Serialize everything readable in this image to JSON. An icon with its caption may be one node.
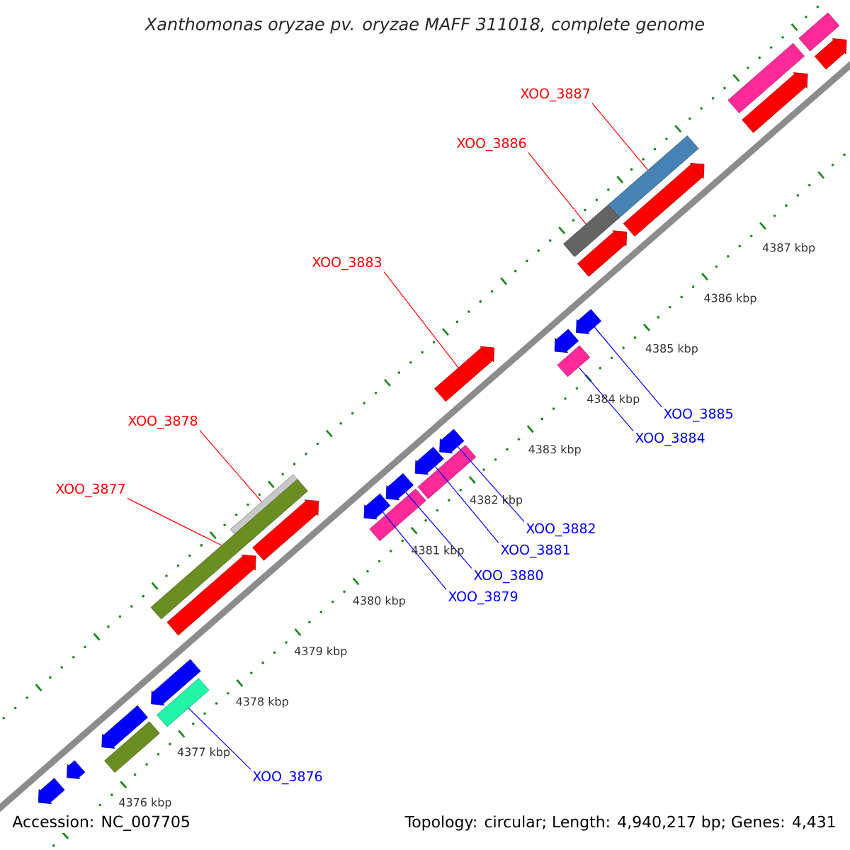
{
  "diagram": {
    "title": "Xanthomonas oryzae pv. oryzae MAFF 311018, complete genome",
    "nodes": [
      {
        "text": [
          "XOO_3887"
        ]
      },
      {
        "text": [
          "XOO_3886"
        ]
      },
      {
        "text": [
          "XOO_3883"
        ]
      },
      {
        "text": [
          "XOO_3885"
        ]
      },
      {
        "text": [
          "XOO_3884"
        ]
      },
      {
        "text": [
          "XOO_3878"
        ]
      },
      {
        "text": [
          "XOO_3882"
        ]
      },
      {
        "text": [
          "XOO_3877"
        ]
      },
      {
        "text": [
          "XOO_3881"
        ]
      },
      {
        "text": [
          "XOO_3880"
        ]
      },
      {
        "text": [
          "XOO_3879"
        ]
      },
      {
        "text": [
          "XOO_3876"
        ]
      },
      {
        "text": [],
        "shape": "pentagon"
      },
      {
        "text": [],
        "shape": "bar"
      },
      {
        "text": [],
        "shape": "bar"
      },
      {
        "text": [],
        "shape": "pentagon"
      },
      {
        "text": [],
        "shape": "bar"
      },
      {
        "text": [],
        "shape": "pentagon"
      },
      {
        "text": [],
        "shape": "bar"
      },
      {
        "text": [],
        "shape": "pentagon"
      },
      {
        "text": [],
        "shape": "pentagon"
      },
      {
        "text": [],
        "shape": "bar"
      },
      {
        "text": [],
        "shape": "pentagon"
      },
      {
        "text": [],
        "shape": "pentagon"
      },
      {
        "text": [],
        "shape": "pentagon"
      },
      {
        "text": [],
        "shape": "bar"
      },
      {
        "text": [],
        "shape": "pentagon"
      },
      {
        "text": [],
        "shape": "pentagon"
      },
      {
        "text": [],
        "shape": "bar"
      },
      {
        "text": [],
        "shape": "pentagon"
      },
      {
        "text": [],
        "shape": "bar"
      },
      {
        "text": [],
        "shape": "bar"
      },
      {
        "text": [],
        "shape": "pentagon"
      },
      {
        "text": [],
        "shape": "pentagon"
      },
      {
        "text": [],
        "shape": "pentagon"
      },
      {
        "text": [],
        "shape": "bar"
      },
      {
        "text": [],
        "shape": "pentagon"
      },
      {
        "text": [],
        "shape": "bar"
      },
      {
        "text": [],
        "shape": "pentagon"
      },
      {
        "text": [],
        "shape": "pentagon"
      }
    ],
    "edges": [
      {
        "from": 0,
        "to": 16,
        "arrow": "none",
        "color": "#ff0000"
      },
      {
        "from": 1,
        "to": 18,
        "arrow": "none",
        "color": "#ff0000"
      },
      {
        "from": 2,
        "to": 23,
        "arrow": "none",
        "color": "#ff0000"
      },
      {
        "from": 3,
        "to": 20,
        "arrow": "none"
      },
      {
        "from": 4,
        "to": 21,
        "arrow": "none"
      },
      {
        "from": 5,
        "to": 30,
        "arrow": "none",
        "color": "#ff0000"
      },
      {
        "from": 6,
        "to": 24,
        "arrow": "none"
      },
      {
        "from": 7,
        "to": 31,
        "arrow": "none",
        "color": "#ff0000"
      },
      {
        "from": 8,
        "to": 26,
        "arrow": "none"
      },
      {
        "from": 9,
        "to": 27,
        "arrow": "none"
      },
      {
        "from": 10,
        "to": 29,
        "arrow": "none"
      },
      {
        "from": 11,
        "to": 35,
        "arrow": "none"
      }
    ],
    "labels": [
      "4387 kbp",
      "4386 kbp",
      "4385 kbp",
      "4384 kbp",
      "4383 kbp",
      "4382 kbp",
      "4381 kbp",
      "4380 kbp",
      "4379 kbp",
      "4378 kbp",
      "4377 kbp",
      "4376 kbp",
      "Accession: NC_007705",
      "Topology: circular; Length: 4,940,217 bp; Genes: 4,431"
    ]
  }
}
